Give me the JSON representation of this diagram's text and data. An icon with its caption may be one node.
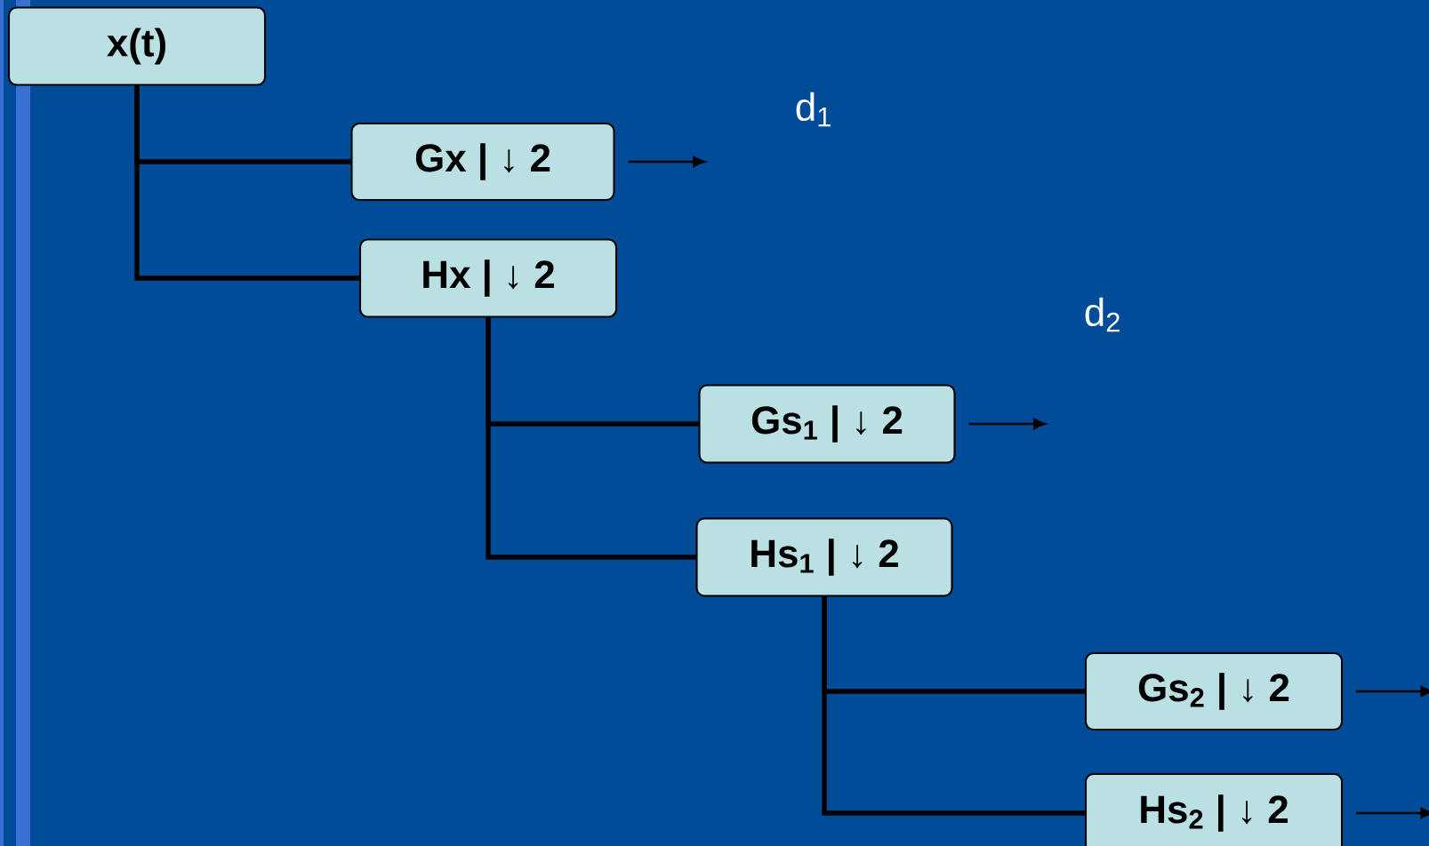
{
  "diagram": {
    "nodes": [
      {
        "text": [
          "x(t)"
        ]
      },
      {
        "text": [
          "Gx | ↓ 2"
        ]
      },
      {
        "text": [
          "Hx | ↓ 2"
        ]
      },
      {
        "text": [
          "Gs$_{1}$ | ↓ 2"
        ]
      },
      {
        "text": [
          "Hs$_{1}$ | ↓ 2"
        ]
      },
      {
        "text": [
          "Gs$_{2}$ | ↓ 2"
        ]
      },
      {
        "text": [
          "Hs$_{2}$ | ↓ 2"
        ]
      }
    ],
    "edges": [
      {
        "from": 0,
        "to": 1,
        "arrow": "none"
      },
      {
        "from": 0,
        "to": 2,
        "arrow": "none"
      },
      {
        "from": 1,
        "to": null,
        "arrow": "to"
      },
      {
        "from": 2,
        "to": 3,
        "arrow": "none"
      },
      {
        "from": 2,
        "to": 4,
        "arrow": "none"
      },
      {
        "from": 3,
        "to": null,
        "arrow": "to"
      },
      {
        "from": 4,
        "to": 5,
        "arrow": "none"
      },
      {
        "from": 4,
        "to": 6,
        "arrow": "none"
      },
      {
        "from": 5,
        "to": null,
        "arrow": "to"
      },
      {
        "from": 6,
        "to": null,
        "arrow": "to"
      }
    ],
    "labels": [
      "d$_{1}$",
      "d$_{2}$"
    ]
  }
}
